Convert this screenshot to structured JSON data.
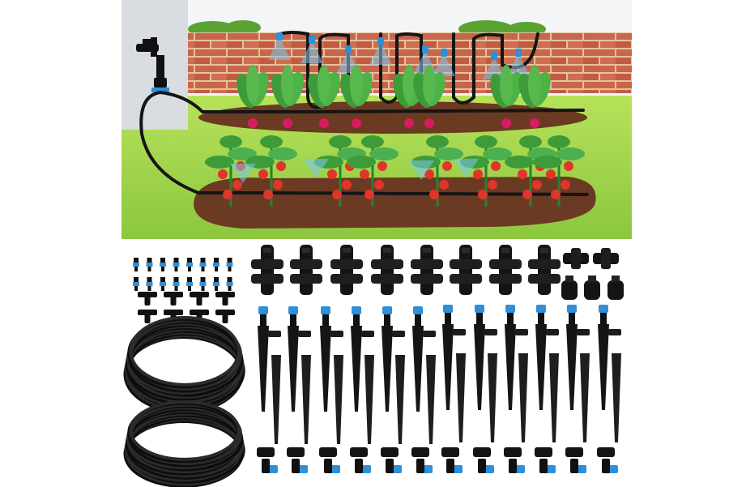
{
  "product": {
    "scene": "garden-drip-irrigation-illustration",
    "kit_parts": [
      {
        "name": "small-blue-plug",
        "count": 16
      },
      {
        "name": "tee-connector",
        "count": 8
      },
      {
        "name": "four-way-cross-connector",
        "count": 8
      },
      {
        "name": "straight-coupler",
        "count": 2
      },
      {
        "name": "end-cap",
        "count": 3
      },
      {
        "name": "adjustable-stake-sprinkler",
        "count": 12
      },
      {
        "name": "coiled-drip-tubing",
        "count": 2
      }
    ]
  },
  "colors": {
    "sky": "#f4f6f8",
    "wall_brick": "#c8664a",
    "wall_mortar": "#e9c7a4",
    "grass": "#9fd24a",
    "grass_dark": "#6ea92c",
    "soil": "#6b3a22",
    "tube": "#1a1a1a",
    "accent_blue": "#2f8fd8",
    "mist": "#7cc6ef",
    "tomato": "#e0352b",
    "leaf": "#3e9b3a"
  }
}
